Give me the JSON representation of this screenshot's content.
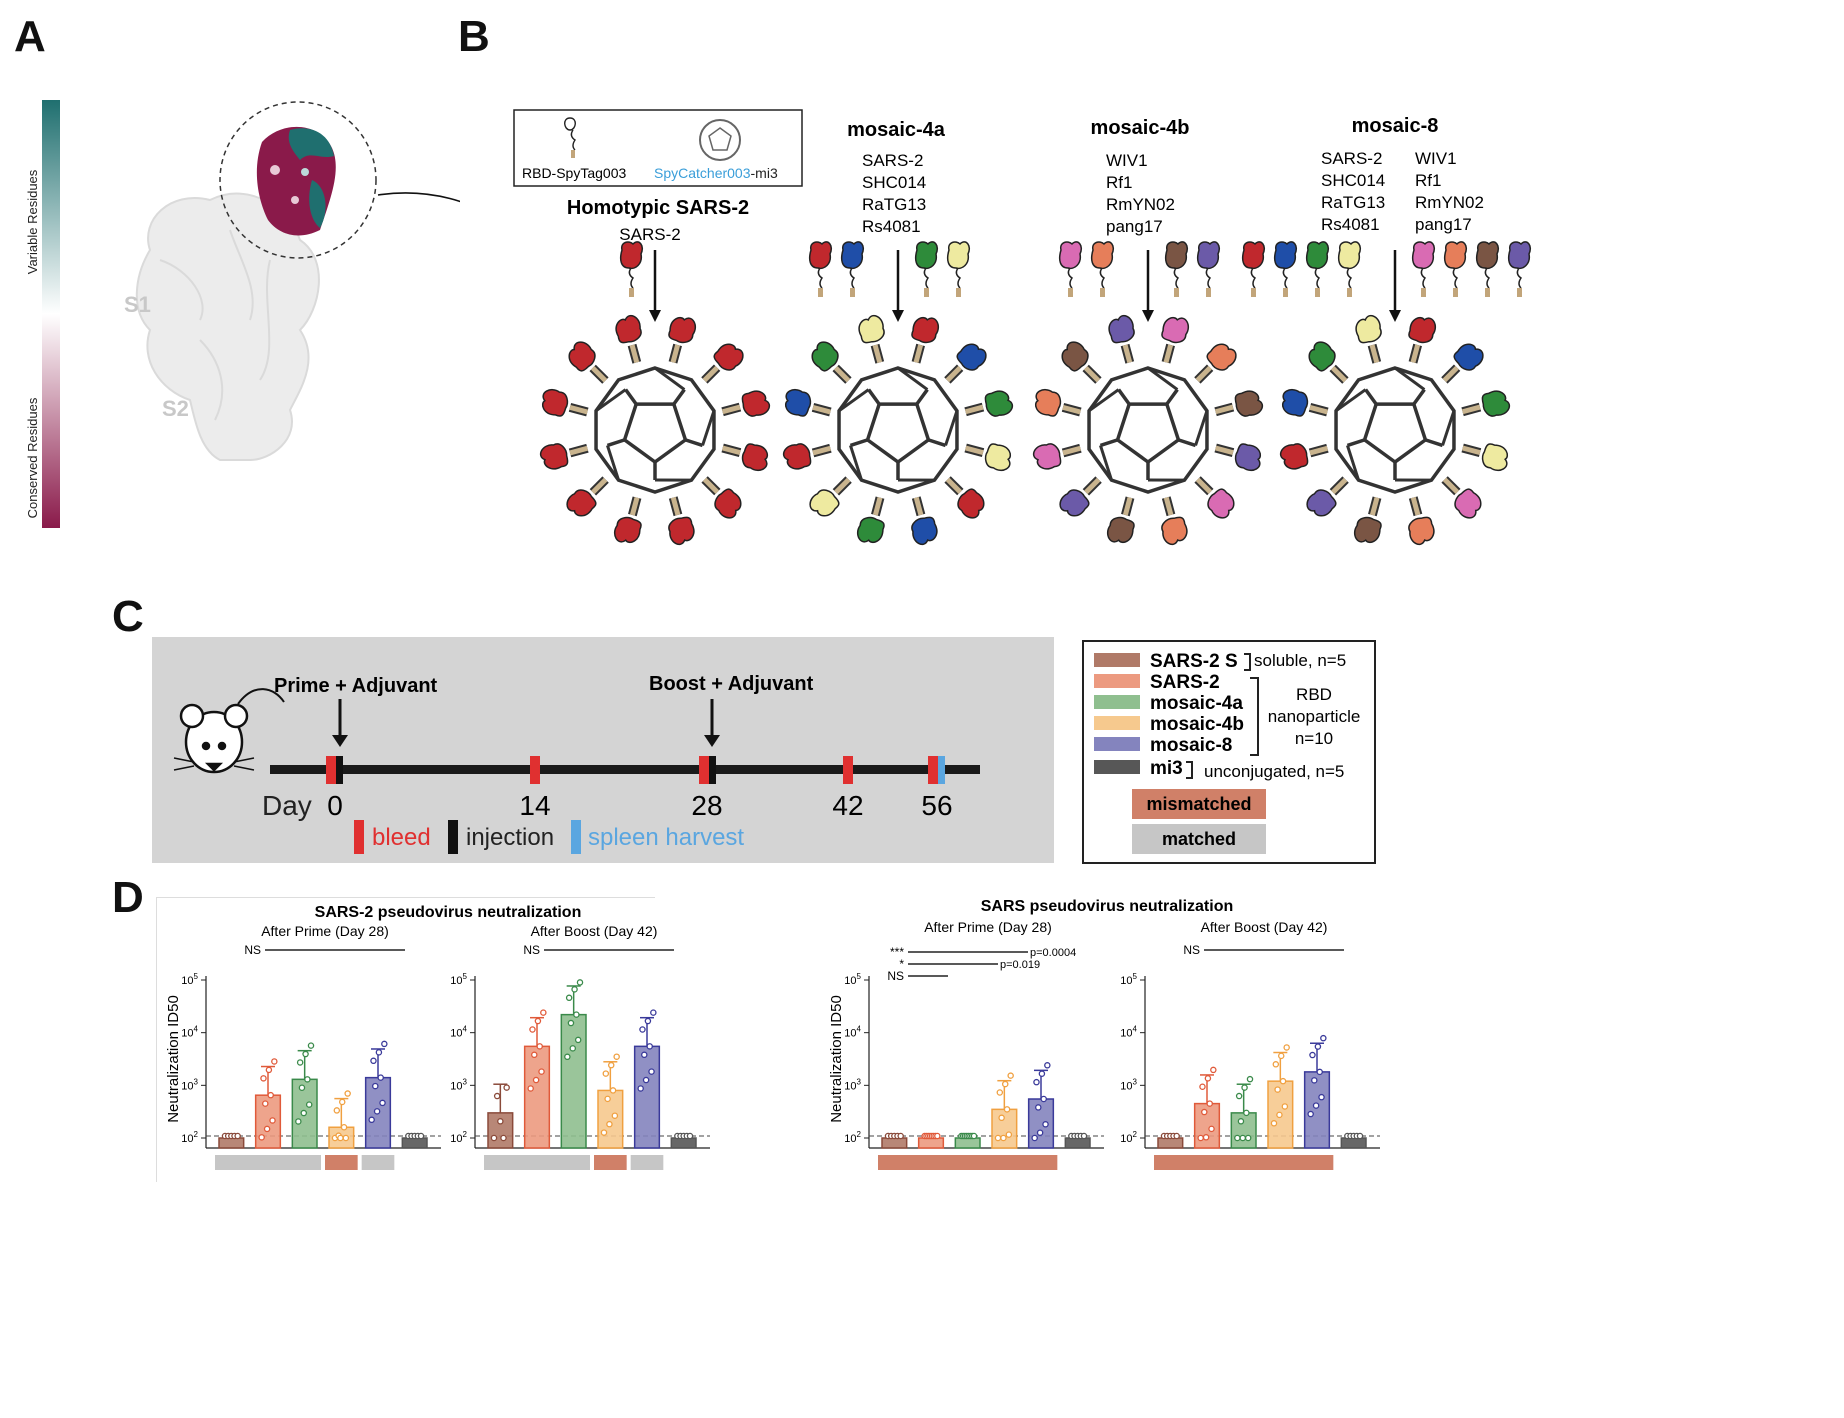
{
  "panels": {
    "a": "A",
    "b": "B",
    "c": "C",
    "d": "D"
  },
  "panelA": {
    "bar_top_label": "Variable Residues",
    "bar_bottom_label": "Conserved Residues",
    "s1": "S1",
    "s2": "S2",
    "colors": {
      "variable": "#1f6f6f",
      "conserved": "#8a1a4a"
    }
  },
  "panelB": {
    "legend_rbd": "RBD-SpyTag003",
    "legend_mi3_blue": "SpyCatcher003",
    "legend_mi3_black": "-mi3",
    "groups": [
      {
        "title": "Homotypic SARS-2",
        "items": [
          "SARS-2"
        ]
      },
      {
        "title": "mosaic-4a",
        "items": [
          "SARS-2",
          "SHC014",
          "RaTG13",
          "Rs4081"
        ]
      },
      {
        "title": "mosaic-4b",
        "items": [
          "WIV1",
          "Rf1",
          "RmYN02",
          "pang17"
        ]
      },
      {
        "title": "mosaic-8",
        "items": [
          "SARS-2",
          "SHC014",
          "RaTG13",
          "Rs4081",
          "WIV1",
          "Rf1",
          "RmYN02",
          "pang17"
        ]
      }
    ]
  },
  "panelC": {
    "prime": "Prime + Adjuvant",
    "boost": "Boost + Adjuvant",
    "day_label": "Day",
    "days": [
      "0",
      "14",
      "28",
      "42",
      "56"
    ],
    "key_bleed": "bleed",
    "key_injection": "injection",
    "key_spleen": "spleen harvest",
    "legend": [
      {
        "name": "SARS-2 S",
        "color": "#b07a68"
      },
      {
        "name": "SARS-2",
        "color": "#ec9a80"
      },
      {
        "name": "mosaic-4a",
        "color": "#8fbf8f"
      },
      {
        "name": "mosaic-4b",
        "color": "#f6c98e"
      },
      {
        "name": "mosaic-8",
        "color": "#8484be"
      },
      {
        "name": "mi3",
        "color": "#575757"
      }
    ],
    "legend_soluble": "soluble, n=5",
    "legend_rbd_line1": "RBD",
    "legend_rbd_line2": "nanoparticle",
    "legend_rbd_line3": "n=10",
    "legend_unconj": "unconjugated, n=5",
    "mismatched": "mismatched",
    "matched": "matched"
  },
  "chart_data": [
    {
      "type": "bar",
      "title": "SARS-2 pseudovirus neutralization",
      "subtitle": "After Prime (Day 28)",
      "ylabel": "Neutralization ID50",
      "yscale": "log",
      "ylim": [
        100,
        100000
      ],
      "yticks": [
        "10^2",
        "10^3",
        "10^4",
        "10^5"
      ],
      "categories": [
        "SARS-2 S",
        "SARS-2",
        "mosaic-4a",
        "mosaic-4b",
        "mosaic-8",
        "mi3"
      ],
      "values": [
        100,
        650,
        1300,
        160,
        1400,
        100
      ],
      "sig": [
        {
          "label": "NS"
        }
      ]
    },
    {
      "type": "bar",
      "subtitle": "After Boost (Day 42)",
      "yscale": "log",
      "ylim": [
        100,
        100000
      ],
      "categories": [
        "SARS-2 S",
        "SARS-2",
        "mosaic-4a",
        "mosaic-4b",
        "mosaic-8",
        "mi3"
      ],
      "values": [
        300,
        5500,
        22000,
        800,
        5500,
        100
      ],
      "sig": [
        {
          "label": "NS"
        }
      ]
    },
    {
      "type": "bar",
      "title": "SARS pseudovirus neutralization",
      "subtitle": "After Prime (Day 28)",
      "ylabel": "Neutralization ID50",
      "yscale": "log",
      "ylim": [
        100,
        100000
      ],
      "categories": [
        "SARS-2 S",
        "SARS-2",
        "mosaic-4a",
        "mosaic-4b",
        "mosaic-8",
        "mi3"
      ],
      "values": [
        100,
        100,
        100,
        350,
        550,
        100
      ],
      "sig": [
        {
          "label": "***",
          "p": "p=0.0004"
        },
        {
          "label": "*",
          "p": "p=0.019"
        },
        {
          "label": "NS"
        }
      ]
    },
    {
      "type": "bar",
      "subtitle": "After Boost (Day 42)",
      "yscale": "log",
      "ylim": [
        100,
        100000
      ],
      "categories": [
        "SARS-2 S",
        "SARS-2",
        "mosaic-4a",
        "mosaic-4b",
        "mosaic-8",
        "mi3"
      ],
      "values": [
        100,
        450,
        300,
        1200,
        1800,
        100
      ],
      "sig": [
        {
          "label": "NS"
        }
      ]
    }
  ]
}
